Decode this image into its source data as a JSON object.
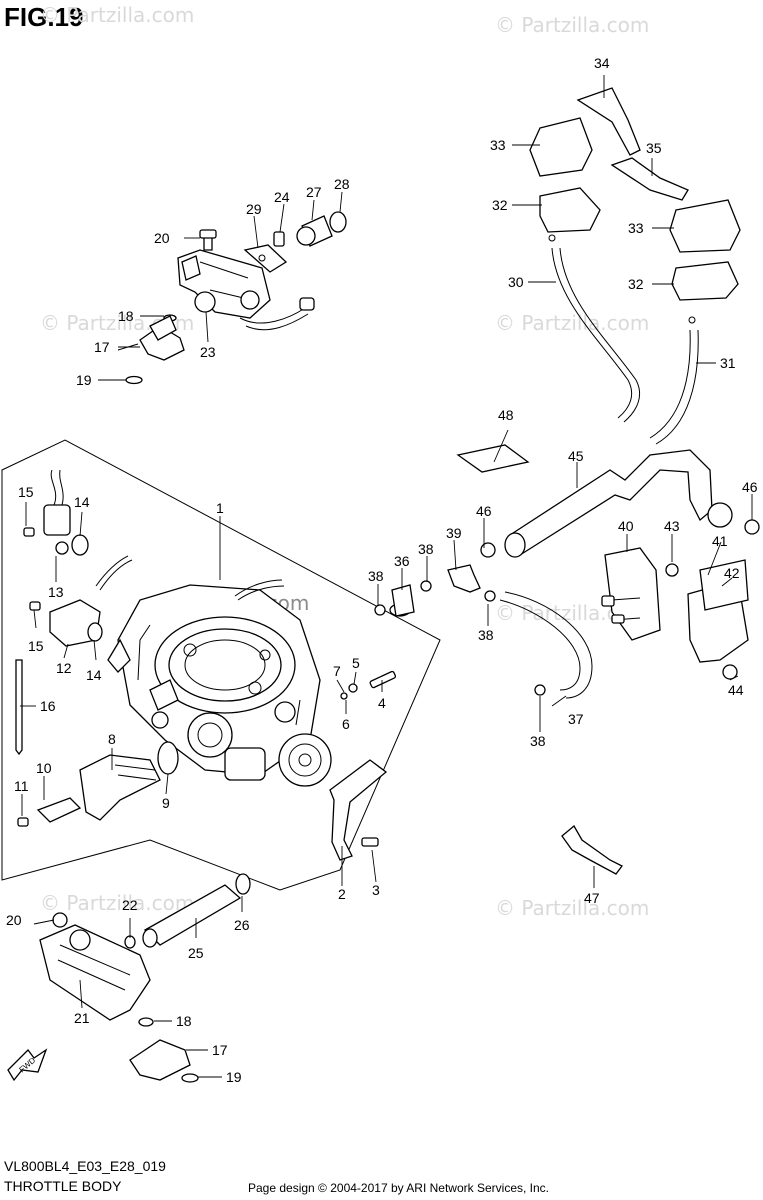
{
  "figure": {
    "title": "FIG.19",
    "model_code": "VL800BL4_E03_E28_019",
    "section_name": "THROTTLE BODY",
    "credit": "Page design © 2004-2017 by ARI Network Services, Inc.",
    "watermark": "© Partzilla.com",
    "fwd_label": "FWD"
  },
  "callouts": [
    {
      "id": "c1",
      "label": "1"
    },
    {
      "id": "c2",
      "label": "2"
    },
    {
      "id": "c3",
      "label": "3"
    },
    {
      "id": "c4",
      "label": "4"
    },
    {
      "id": "c5",
      "label": "5"
    },
    {
      "id": "c6",
      "label": "6"
    },
    {
      "id": "c7",
      "label": "7"
    },
    {
      "id": "c8",
      "label": "8"
    },
    {
      "id": "c9",
      "label": "9"
    },
    {
      "id": "c10",
      "label": "10"
    },
    {
      "id": "c11",
      "label": "11"
    },
    {
      "id": "c12",
      "label": "12"
    },
    {
      "id": "c13",
      "label": "13"
    },
    {
      "id": "c14a",
      "label": "14"
    },
    {
      "id": "c14b",
      "label": "14"
    },
    {
      "id": "c15a",
      "label": "15"
    },
    {
      "id": "c15b",
      "label": "15"
    },
    {
      "id": "c16",
      "label": "16"
    },
    {
      "id": "c17a",
      "label": "17"
    },
    {
      "id": "c17b",
      "label": "17"
    },
    {
      "id": "c18a",
      "label": "18"
    },
    {
      "id": "c18b",
      "label": "18"
    },
    {
      "id": "c19a",
      "label": "19"
    },
    {
      "id": "c19b",
      "label": "19"
    },
    {
      "id": "c20a",
      "label": "20"
    },
    {
      "id": "c20b",
      "label": "20"
    },
    {
      "id": "c21",
      "label": "21"
    },
    {
      "id": "c22",
      "label": "22"
    },
    {
      "id": "c23",
      "label": "23"
    },
    {
      "id": "c24",
      "label": "24"
    },
    {
      "id": "c25",
      "label": "25"
    },
    {
      "id": "c26",
      "label": "26"
    },
    {
      "id": "c27",
      "label": "27"
    },
    {
      "id": "c28",
      "label": "28"
    },
    {
      "id": "c29",
      "label": "29"
    },
    {
      "id": "c30",
      "label": "30"
    },
    {
      "id": "c31",
      "label": "31"
    },
    {
      "id": "c32a",
      "label": "32"
    },
    {
      "id": "c32b",
      "label": "32"
    },
    {
      "id": "c33a",
      "label": "33"
    },
    {
      "id": "c33b",
      "label": "33"
    },
    {
      "id": "c34",
      "label": "34"
    },
    {
      "id": "c35",
      "label": "35"
    },
    {
      "id": "c36",
      "label": "36"
    },
    {
      "id": "c37",
      "label": "37"
    },
    {
      "id": "c38a",
      "label": "38"
    },
    {
      "id": "c38b",
      "label": "38"
    },
    {
      "id": "c38c",
      "label": "38"
    },
    {
      "id": "c38d",
      "label": "38"
    },
    {
      "id": "c39",
      "label": "39"
    },
    {
      "id": "c40",
      "label": "40"
    },
    {
      "id": "c41",
      "label": "41"
    },
    {
      "id": "c42",
      "label": "42"
    },
    {
      "id": "c43",
      "label": "43"
    },
    {
      "id": "c44",
      "label": "44"
    },
    {
      "id": "c45",
      "label": "45"
    },
    {
      "id": "c46a",
      "label": "46"
    },
    {
      "id": "c46b",
      "label": "46"
    },
    {
      "id": "c47",
      "label": "47"
    },
    {
      "id": "c48",
      "label": "48"
    }
  ]
}
